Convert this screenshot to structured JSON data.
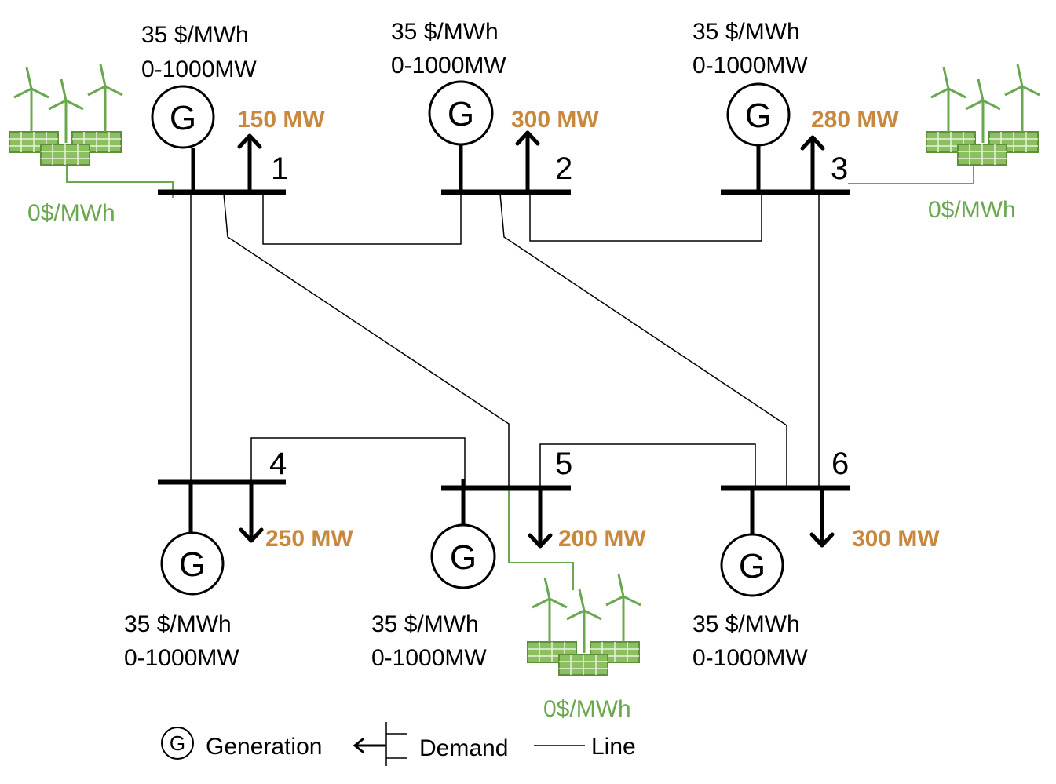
{
  "colors": {
    "load": "#c8883e",
    "renewable": "#6aa84f",
    "line": "#000000"
  },
  "generators": [
    {
      "bus": 1,
      "cost": "35 $/MWh",
      "range": "0-1000MW",
      "symbol": "G"
    },
    {
      "bus": 2,
      "cost": "35 $/MWh",
      "range": "0-1000MW",
      "symbol": "G"
    },
    {
      "bus": 3,
      "cost": "35 $/MWh",
      "range": "0-1000MW",
      "symbol": "G"
    },
    {
      "bus": 4,
      "cost": "35 $/MWh",
      "range": "0-1000MW",
      "symbol": "G"
    },
    {
      "bus": 5,
      "cost": "35 $/MWh",
      "range": "0-1000MW",
      "symbol": "G"
    },
    {
      "bus": 6,
      "cost": "35 $/MWh",
      "range": "0-1000MW",
      "symbol": "G"
    }
  ],
  "buses": [
    "1",
    "2",
    "3",
    "4",
    "5",
    "6"
  ],
  "loads": [
    {
      "bus": 1,
      "value": "150 MW"
    },
    {
      "bus": 2,
      "value": "300 MW"
    },
    {
      "bus": 3,
      "value": "280 MW"
    },
    {
      "bus": 4,
      "value": "250 MW"
    },
    {
      "bus": 5,
      "value": "200 MW"
    },
    {
      "bus": 6,
      "value": "300 MW"
    }
  ],
  "renewables": [
    {
      "bus": 1,
      "cost": "0$/MWh",
      "icon": "wind-solar-farm-icon"
    },
    {
      "bus": 3,
      "cost": "0$/MWh",
      "icon": "wind-solar-farm-icon"
    },
    {
      "bus": 5,
      "cost": "0$/MWh",
      "icon": "wind-solar-farm-icon"
    }
  ],
  "legend": {
    "generation_symbol": "G",
    "generation_label": "Generation",
    "demand_label": "Demand",
    "line_label": "Line"
  }
}
